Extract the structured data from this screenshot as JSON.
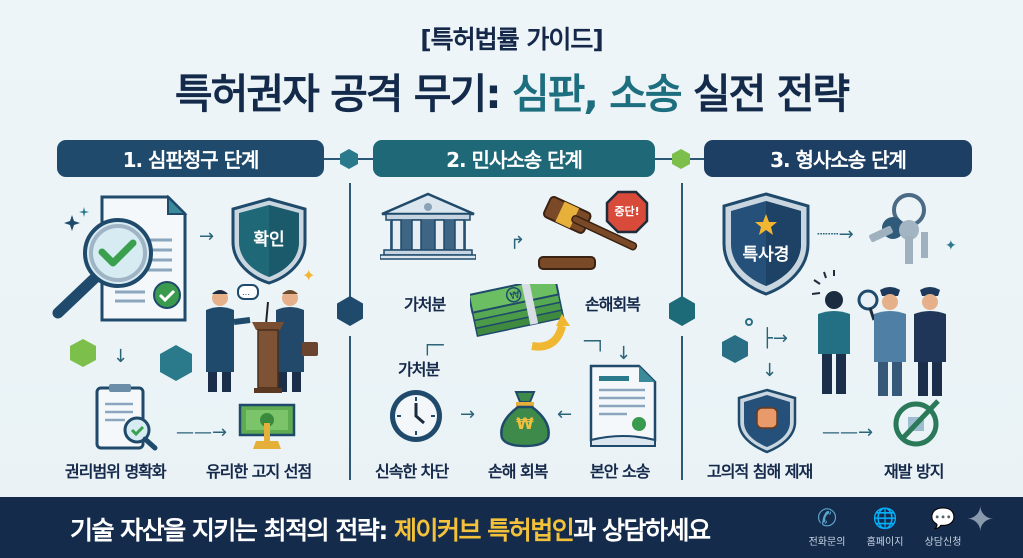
{
  "header": {
    "subtitle": "[특허법률 가이드]",
    "title_part1": "특허권자 공격 무기: ",
    "title_accent": "심판, 소송",
    "title_part2": " 실전 전략"
  },
  "stages": [
    {
      "label": "1. 심판청구 단계",
      "color": "#1f4a6b",
      "icons": [
        "magnifier-document-icon",
        "shield-confirm-icon",
        "meeting-podium-icon",
        "clipboard-search-icon",
        "money-stamp-icon"
      ],
      "shield_text": "확인",
      "items": [
        "권리범위 명확화",
        "유리한 고지 선점"
      ]
    },
    {
      "label": "2. 민사소송 단계",
      "color": "#1e6877",
      "icons": [
        "courthouse-icon",
        "gavel-icon",
        "stop-sign-icon",
        "money-stack-icon",
        "clock-icon",
        "money-bag-icon",
        "document-seal-icon"
      ],
      "stop_text": "중단!",
      "bag_text": "₩",
      "top_labels": [
        "가처분",
        "손해회복"
      ],
      "mid_label": "가처분",
      "items": [
        "신속한 차단",
        "손해 회복",
        "본안 소송"
      ]
    },
    {
      "label": "3. 형사소송 단계",
      "color": "#1c3f63",
      "icons": [
        "police-shield-icon",
        "keys-icon",
        "police-officers-icon",
        "fist-shield-icon",
        "prohibited-icon"
      ],
      "shield_text": "특사경",
      "items": [
        "고의적 침해 제재",
        "재발 방지"
      ]
    }
  ],
  "footer": {
    "text_part1": "기술 자산을 지키는 최적의 전략: ",
    "text_highlight": "제이커브 특허법인",
    "text_part2": "과 상담하세요",
    "highlight_color": "#f4c23a",
    "actions": [
      {
        "icon": "phone-icon",
        "glyph": "✆",
        "label": "전화문의"
      },
      {
        "icon": "globe-icon",
        "glyph": "🌐",
        "label": "홈페이지"
      },
      {
        "icon": "chat-icon",
        "glyph": "💬",
        "label": "상담신청"
      }
    ]
  }
}
